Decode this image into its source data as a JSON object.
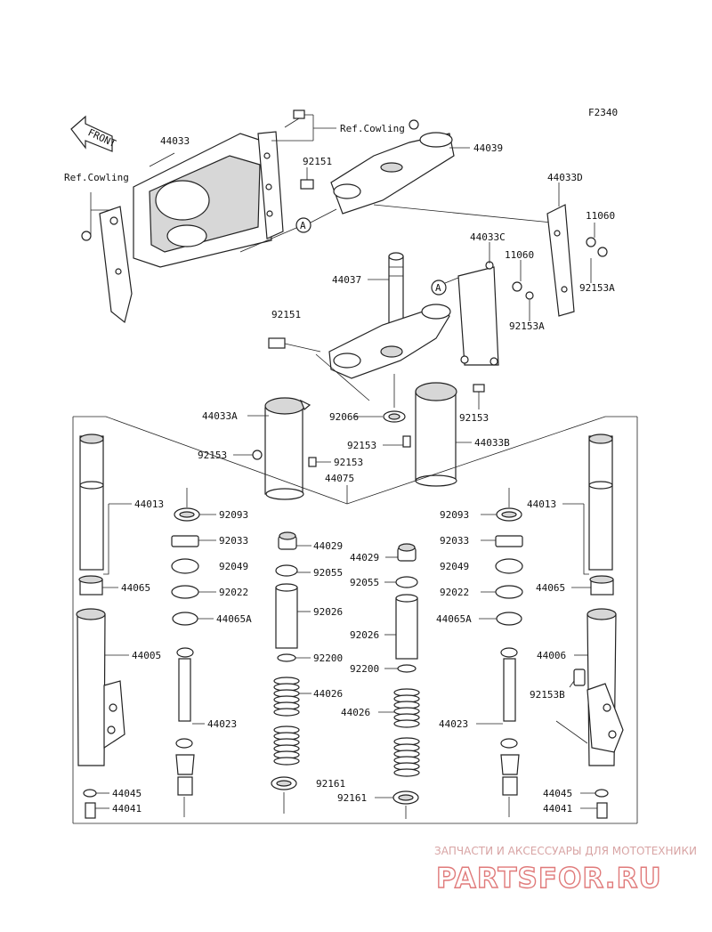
{
  "diagram": {
    "figure_code": "F2340",
    "front_arrow_label": "FRONT",
    "ref_cowling_1": "Ref.Cowling",
    "ref_cowling_2": "Ref.Cowling",
    "circle_marker_a": "A",
    "parts": {
      "p44033": "44033",
      "p44039": "44039",
      "p92151_top": "92151",
      "p44033D": "44033D",
      "p11060_right": "11060",
      "p92153A_right": "92153A",
      "p44033C": "44033C",
      "p11060_mid": "11060",
      "p92153A_mid": "92153A",
      "p44037": "44037",
      "p92151_mid": "92151",
      "p44033A": "44033A",
      "p92066": "92066",
      "p92153_center": "92153",
      "p92153_left": "92153",
      "p92153_lower": "92153",
      "p92153_mid2": "92153",
      "p44033B": "44033B",
      "p44075": "44075",
      "p44013_left": "44013",
      "p92093_left": "92093",
      "p92093_right": "92093",
      "p44013_right": "44013",
      "p92033_left": "92033",
      "p92033_right": "92033",
      "p44029_a": "44029",
      "p44029_b": "44029",
      "p92049_left": "92049",
      "p92049_right": "92049",
      "p92055_a": "92055",
      "p92055_b": "92055",
      "p44065_left": "44065",
      "p44065_right": "44065",
      "p92022_left": "92022",
      "p92022_right": "92022",
      "p92026_a": "92026",
      "p92026_b": "92026",
      "p44065A_left": "44065A",
      "p44065A_right": "44065A",
      "p44005": "44005",
      "p44006": "44006",
      "p92200_a": "92200",
      "p92200_b": "92200",
      "p44026_a": "44026",
      "p44026_b": "44026",
      "p92153B": "92153B",
      "p44023_left": "44023",
      "p44023_right": "44023",
      "p92161_a": "92161",
      "p92161_b": "92161",
      "p44045_left": "44045",
      "p44045_right": "44045",
      "p44041_left": "44041",
      "p44041_right": "44041"
    }
  },
  "watermark": {
    "tagline": "ЗАПЧАСТИ И АКСЕССУАРЫ ДЛЯ МОТОТЕХНИКИ",
    "brand": "PARTSFOR.RU"
  },
  "colors": {
    "ink": "#222222",
    "watermark_red": "#e07a7a"
  }
}
